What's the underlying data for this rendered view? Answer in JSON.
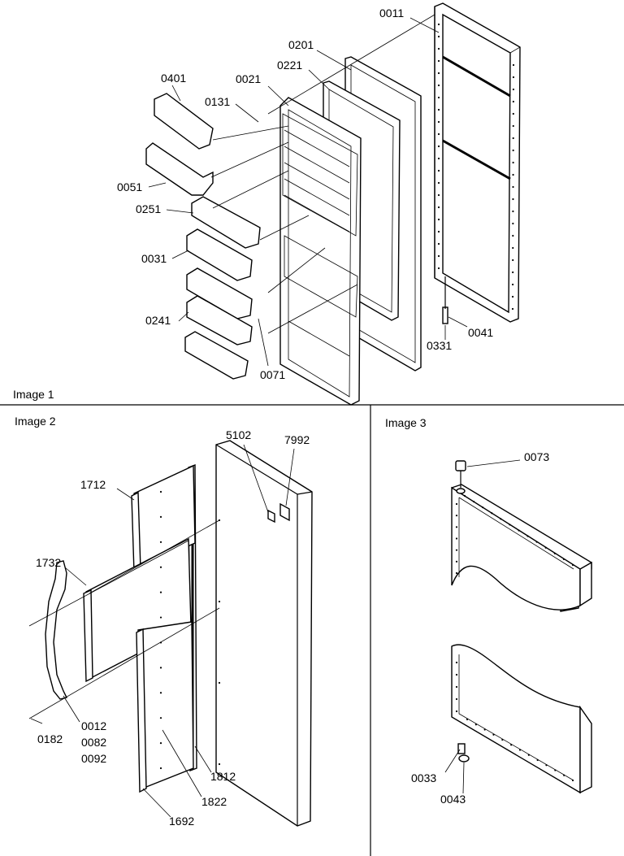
{
  "panels": [
    {
      "caption": "Image 1"
    },
    {
      "caption": "Image 2"
    },
    {
      "caption": "Image 3"
    }
  ],
  "callouts_image1": [
    "0011",
    "0201",
    "0221",
    "0021",
    "0401",
    "0131",
    "0051",
    "0251",
    "0031",
    "0241",
    "0071",
    "0331",
    "0041"
  ],
  "callouts_image2": [
    "5102",
    "7992",
    "1712",
    "1732",
    "0012",
    "0082",
    "0092",
    "0182",
    "1812",
    "1822",
    "1692"
  ],
  "callouts_image3": [
    "0073",
    "0033",
    "0043"
  ]
}
